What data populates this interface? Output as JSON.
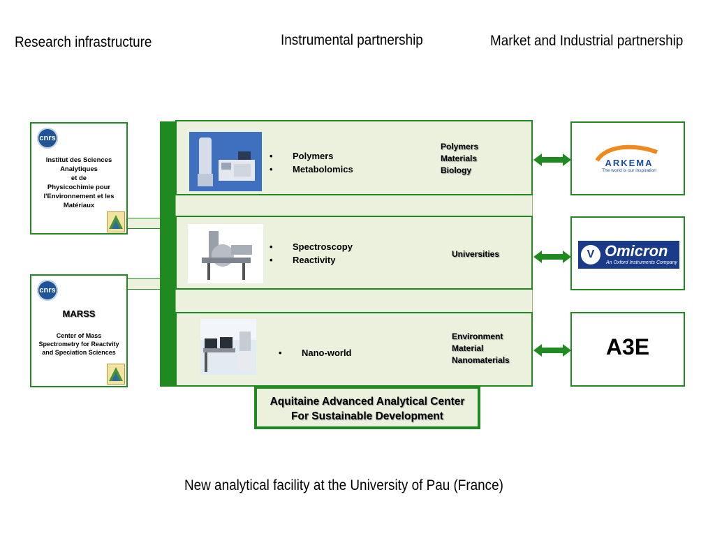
{
  "headers": {
    "research": "Research infrastructure",
    "instrumental": "Instrumental partnership",
    "market": "Market and Industrial partnership"
  },
  "left_boxes": [
    {
      "logo": "cnrs",
      "lines": [
        "Institut des Sciences",
        "Analytiques",
        "et de",
        "Physicochimie pour",
        "l'Environnement et les",
        "Matériaux"
      ]
    },
    {
      "logo": "cnrs",
      "title": "MARSS",
      "lines": [
        "Center of Mass",
        "Spectrometry for Reactvity",
        "and Speciation Sciences"
      ]
    }
  ],
  "rows": [
    {
      "photo": "nmr-spectrometer-photo",
      "bullets": [
        "Polymers",
        "Metabolomics"
      ],
      "right": [
        "Polymers",
        "Materials",
        "Biology"
      ]
    },
    {
      "photo": "xps-instrument-photo",
      "bullets": [
        "Spectroscopy",
        "Reactivity"
      ],
      "right": [
        "Universities"
      ]
    },
    {
      "photo": "electron-microscope-photo",
      "bullets": [
        "Nano-world"
      ],
      "right": [
        "Environment",
        "Material",
        "Nanomaterials"
      ]
    }
  ],
  "partners": [
    {
      "name": "ARKEMA",
      "tagline": "The world is our inspiration"
    },
    {
      "name": "Omicron",
      "tagline": "An Oxford Instruments Company"
    },
    {
      "name": "A3E"
    }
  ],
  "center_label": [
    "Aquitaine Advanced Analytical Center",
    "For Sustainable Development"
  ],
  "footer": "New analytical facility at the University of Pau (France)",
  "colors": {
    "green": "#1f8a1f",
    "panel": "#ebf1dc",
    "omicron_blue": "#1a3a8a",
    "arkema_orange": "#f08a1e"
  },
  "icons": [
    "cnrs-logo-icon",
    "university-seal-icon",
    "double-arrow-icon"
  ]
}
